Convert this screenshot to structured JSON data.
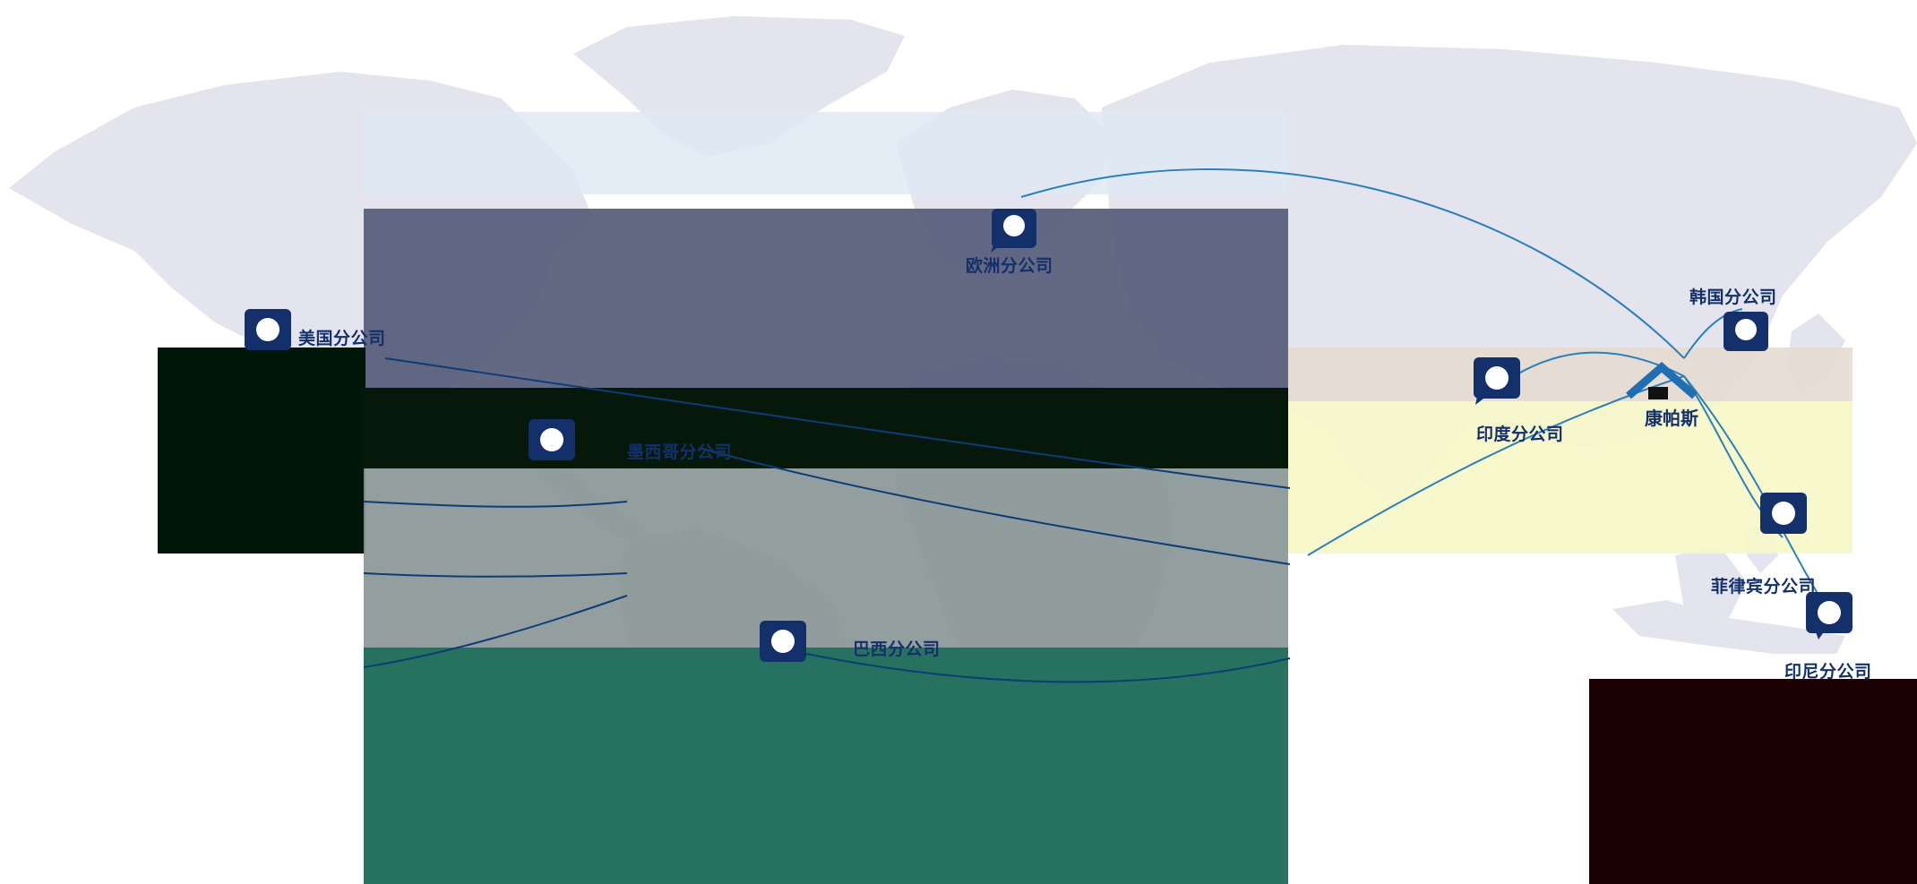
{
  "map": {
    "headquarters": {
      "label": "康帕斯",
      "icon": "house-icon",
      "color": "#1f6fb2"
    },
    "offices": [
      {
        "id": "europe",
        "label": "欧洲分公司"
      },
      {
        "id": "korea",
        "label": "韩国分公司"
      },
      {
        "id": "usa",
        "label": "美国分公司"
      },
      {
        "id": "mexico",
        "label": "墨西哥分公司"
      },
      {
        "id": "india",
        "label": "印度分公司"
      },
      {
        "id": "brazil",
        "label": "巴西分公司"
      },
      {
        "id": "philippines",
        "label": "菲律宾分公司"
      },
      {
        "id": "indonesia",
        "label": "印尼分公司"
      }
    ],
    "colors": {
      "land": "#e4e4ee",
      "marker": "#13306b",
      "route": "#2c7fb8",
      "route_dark": "#0d3d78",
      "label": "#13306b"
    }
  }
}
